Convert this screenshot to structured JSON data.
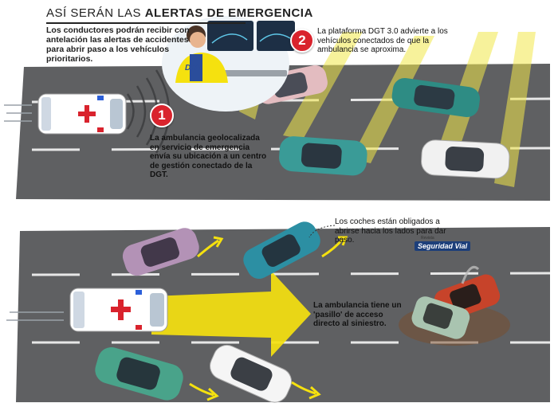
{
  "header": {
    "title_prefix": "ASÍ SERÁN LAS",
    "title_highlight": "ALERTAS DE EMERGENCIA",
    "intro": "Los conductores podrán recibir con antelación las alertas de accidentes para abrir paso a los vehículos prioritarios."
  },
  "steps": [
    {
      "number": "1",
      "text": "La ambulancia geolocalizada en servicio de emergencia envía su ubicación a un centro de gestión conectado de la DGT."
    },
    {
      "number": "2",
      "text": "La plataforma DGT 3.0 advierte a los vehículos conectados de que la ambulancia se aproxima."
    }
  ],
  "annotations": {
    "cars_open": "Los coches están obligados a abrirse hacia los lados para dar paso.",
    "corridor": "La ambulancia tiene un 'pasillo' de acceso directo al siniestro."
  },
  "operator_vest_label": "DGT",
  "logo": {
    "small": "Revista",
    "main": "Seguridad Vial"
  },
  "colors": {
    "accent_red": "#d9232d",
    "road": "#5f6062",
    "alert_yellow": "#f2e84a",
    "arrow_yellow": "#f5e10f"
  }
}
